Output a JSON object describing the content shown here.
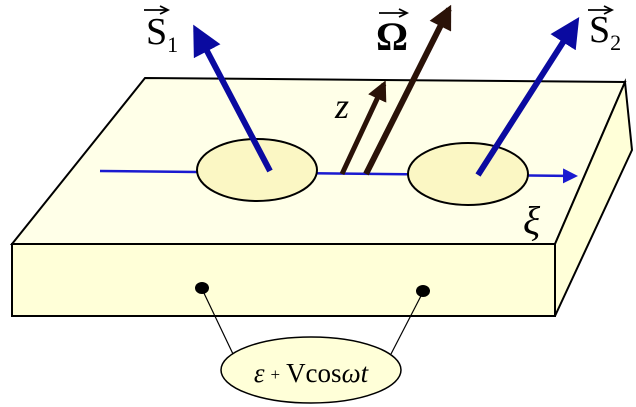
{
  "labels": {
    "spin1": "S",
    "spin1_sub": "1",
    "spin2": "S",
    "spin2_sub": "2",
    "rotation": "Ω",
    "z_axis": "z",
    "xi_axis": "ξ",
    "voltage_eps": "ε",
    "voltage_plus": "+",
    "voltage_rest": "Vcos",
    "voltage_omega": "ω",
    "voltage_t": "t"
  },
  "colors": {
    "slab_fill": "#ffffe8",
    "slab_side": "#ffffd8",
    "dot_fill": "#fbf7c4",
    "outline": "#000000",
    "spin_arrow": "#0a0aa0",
    "axis_line": "#1a1ad0",
    "omega_arrow": "#2a1208"
  }
}
